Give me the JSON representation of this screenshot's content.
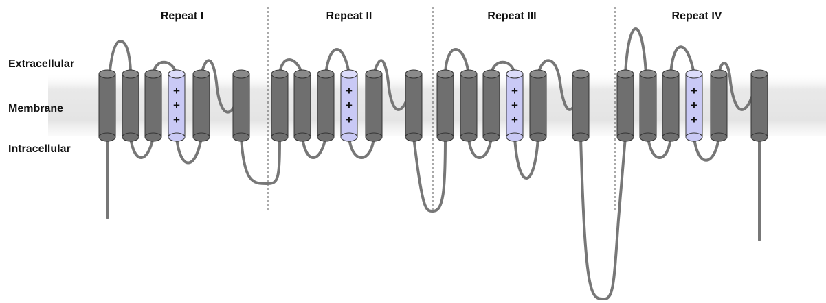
{
  "regions": {
    "extracellular": "Extracellular",
    "membrane": "Membrane",
    "intracellular": "Intracellular"
  },
  "repeats": [
    {
      "title": "Repeat I"
    },
    {
      "title": "Repeat II"
    },
    {
      "title": "Repeat III"
    },
    {
      "title": "Repeat IV"
    }
  ],
  "voltage_sensor_marks": [
    "+",
    "+",
    "+"
  ],
  "colors": {
    "helix": "#6f6f6f",
    "helix_top": "#8a8a8a",
    "voltage_sensor": "#c9c9f5",
    "voltage_sensor_top": "#dcdcfa",
    "loop": "#777777",
    "membrane": "#e8e8e8"
  }
}
